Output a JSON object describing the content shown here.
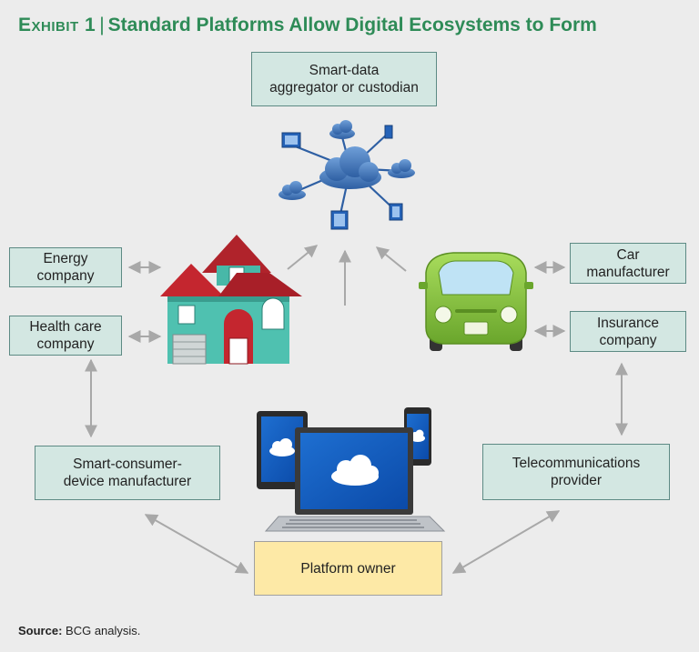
{
  "title": {
    "exhibit": "Exhibit 1",
    "separator": "|",
    "text": "Standard Platforms Allow Digital Ecosystems to Form"
  },
  "nodes": {
    "aggregator": {
      "line1": "Smart-data",
      "line2": "aggregator or custodian"
    },
    "energy": {
      "line1": "Energy",
      "line2": "company"
    },
    "health": {
      "line1": "Health care",
      "line2": "company"
    },
    "car": {
      "line1": "Car",
      "line2": "manufacturer"
    },
    "insurance": {
      "line1": "Insurance",
      "line2": "company"
    },
    "device": {
      "line1": "Smart-consumer-",
      "line2": "device manufacturer"
    },
    "telecom": {
      "line1": "Telecommunications",
      "line2": "provider"
    },
    "owner": {
      "line1": "Platform owner"
    }
  },
  "source": {
    "label": "Source:",
    "text": "BCG analysis."
  },
  "colors": {
    "title": "#2e8b57",
    "box_fill": "#d3e7e2",
    "box_border": "#5d8a84",
    "owner_fill": "#fde9a6",
    "arrow": "#a8a8a8",
    "cloud": "#3f73b8",
    "house_roof": "#b0232b",
    "house_wall": "#48b8a8",
    "car_body": "#86c440"
  },
  "icons": [
    "cloud-network-icon",
    "house-icon",
    "car-icon",
    "laptop-icon",
    "tablet-icon",
    "phone-icon"
  ]
}
